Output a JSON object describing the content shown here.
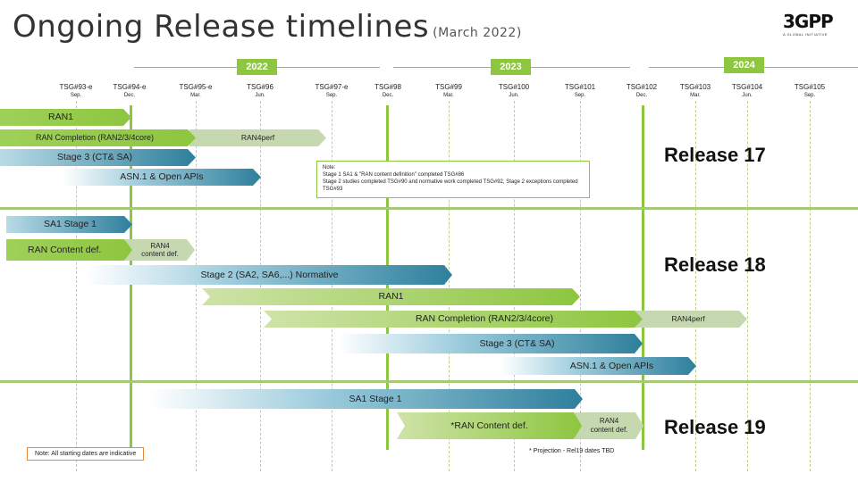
{
  "header": {
    "title": "Ongoing Release timelines",
    "subtitle": "(March 2022)",
    "logo_mark": "3GPP",
    "logo_tagline": "A GLOBAL INITIATIVE"
  },
  "years": [
    "2022",
    "2023",
    "2024"
  ],
  "meetings": [
    {
      "name": "TSG#93-e",
      "month": "Sep."
    },
    {
      "name": "TSG#94-e",
      "month": "Dec."
    },
    {
      "name": "TSG#95-e",
      "month": "Mar."
    },
    {
      "name": "TSG#96",
      "month": "Jun."
    },
    {
      "name": "TSG#97-e",
      "month": "Sep."
    },
    {
      "name": "TSG#98",
      "month": "Dec."
    },
    {
      "name": "TSG#99",
      "month": "Mar."
    },
    {
      "name": "TSG#100",
      "month": "Jun."
    },
    {
      "name": "TSG#101",
      "month": "Sep."
    },
    {
      "name": "TSG#102",
      "month": "Dec."
    },
    {
      "name": "TSG#103",
      "month": "Mar."
    },
    {
      "name": "TSG#104",
      "month": "Jun."
    },
    {
      "name": "TSG#105",
      "month": "Sep."
    }
  ],
  "releases": [
    "Release 17",
    "Release 18",
    "Release 19"
  ],
  "bars": {
    "r17_ran1": "RAN1",
    "r17_ran_completion": "RAN Completion  (RAN2/3/4core)",
    "r17_ran4perf": "RAN4perf",
    "r17_stage3": "Stage 3 (CT& SA)",
    "r17_asn1": "ASN.1 & Open APIs",
    "r18_sa1": "SA1 Stage 1",
    "r18_ran_content": "RAN Content def.",
    "r18_ran4_content_1": "RAN4",
    "r18_ran4_content_2": "content def.",
    "r18_stage2": "Stage 2 (SA2, SA6,...) Normative",
    "r18_ran1": "RAN1",
    "r18_ran_completion": "RAN Completion (RAN2/3/4core)",
    "r18_ran4perf": "RAN4perf",
    "r18_stage3": "Stage 3 (CT& SA)",
    "r18_asn1": "ASN.1 & Open APIs",
    "r19_sa1": "SA1 Stage 1",
    "r19_ran_content": "*RAN Content def.",
    "r19_ran4_content_1": "RAN4",
    "r19_ran4_content_2": "content def."
  },
  "note": {
    "title": "Note:",
    "line1": "Stage 1 SA1 & \"RAN content definition\" completed TSG#86",
    "line2": "Stage 2 studies completed TSG#90 and normative work completed TSG#92, Stage 2 exceptions completed TSG#93"
  },
  "footnote": "Note: All starting dates are indicative",
  "projection": "* Projection -  Rel19 dates TBD",
  "colors": {
    "green": "#8dc63f",
    "blue": "#2e7f9c",
    "note_border_orange": "#e8893a"
  }
}
